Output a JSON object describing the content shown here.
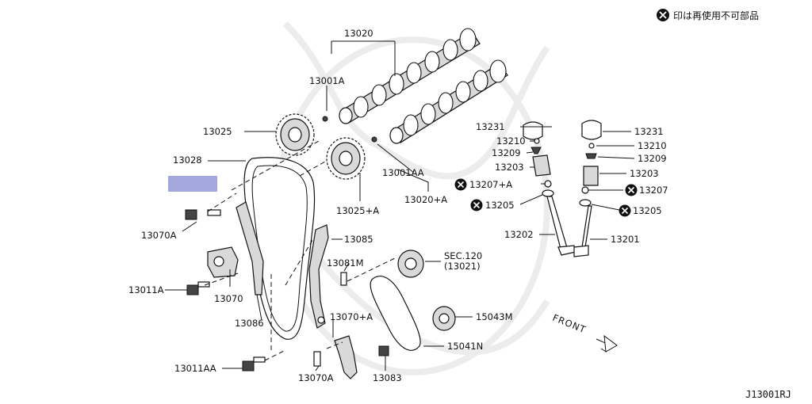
{
  "notice": {
    "text": "印は再使用不可部品",
    "icon": "x-circle-icon"
  },
  "diagram_code": "J13001RJ",
  "front_label": "FRONT",
  "highlight_color": "#a5a8dc",
  "labels": {
    "p13020": "13020",
    "p13001A": "13001A",
    "p13025": "13025",
    "p13028": "13028",
    "p13025A": "13025+A",
    "p13001AA": "13001AA",
    "p13020A": "13020+A",
    "p13070A_top": "13070A",
    "p13085": "13085",
    "p13081M": "13081M",
    "sec120": "SEC.120",
    "sec120_sub": "(13021)",
    "p13011A": "13011A",
    "p13070": "13070",
    "p13086": "13086",
    "p13070A_plus": "13070+A",
    "p15043M": "15043M",
    "p15041N": "15041N",
    "p13011AA": "13011AA",
    "p13070A_bottom": "13070A",
    "p13083": "13083",
    "p13231_left": "13231",
    "p13210_left": "13210",
    "p13209_left": "13209",
    "p13203_left": "13203",
    "p13207_left": "13207+A",
    "p13205_left": "13205",
    "p13202": "13202",
    "p13231_right": "13231",
    "p13210_right": "13210",
    "p13209_right": "13209",
    "p13203_right": "13203",
    "p13207_right": "13207",
    "p13205_right": "13205",
    "p13201": "13201"
  }
}
